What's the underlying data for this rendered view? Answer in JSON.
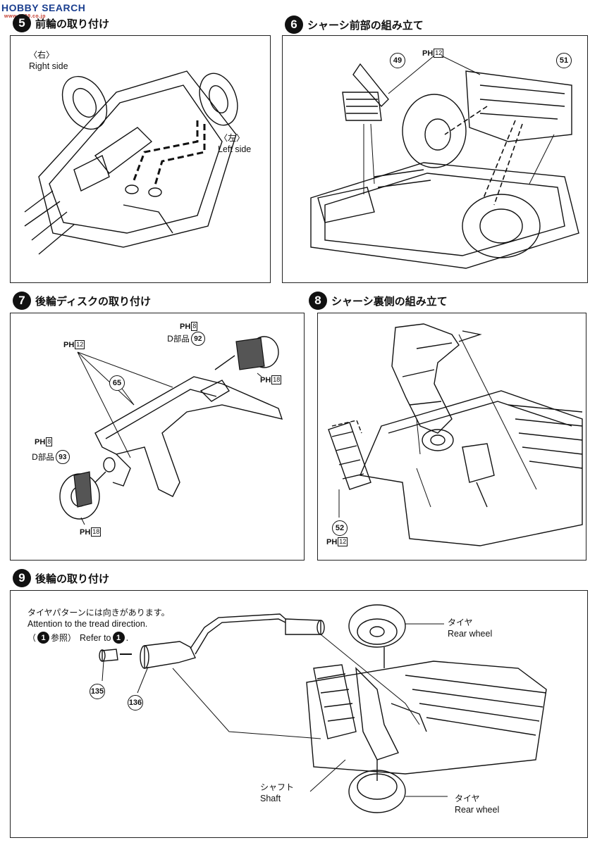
{
  "watermark": {
    "text": "HOBBY SEARCH",
    "sub": "www.1999.co.jp"
  },
  "steps": {
    "s5": {
      "number": "5",
      "title": "前輪の取り付け",
      "right_jp": "〈右〉",
      "right_en": "Right side",
      "left_jp": "〈左〉",
      "left_en": "Left side"
    },
    "s6": {
      "number": "6",
      "title": "シャーシ前部の組み立て",
      "part_a": "49",
      "part_b": "51",
      "ph": "PH",
      "ph_num": "12"
    },
    "s7": {
      "number": "7",
      "title": "後輪ディスクの取り付け",
      "ph": "PH",
      "ph_top_num": "8",
      "d_label": "D部品",
      "part_top": "92",
      "ph_right_num": "18",
      "ph_left_num": "12",
      "part_mid": "65",
      "ph_bot_num": "8",
      "part_bot": "93",
      "ph_bottom_num": "18"
    },
    "s8": {
      "number": "8",
      "title": "シャーシ裏側の組み立て",
      "part": "52",
      "ph": "PH",
      "ph_num": "12"
    },
    "s9": {
      "number": "9",
      "title": "後輪の取り付け",
      "note_jp": "タイヤパターンには向きがあります。",
      "note_en": "Attention to the tread direction.",
      "ref_open": "（",
      "ref_num": "1",
      "ref_jp": "参照）",
      "ref_en": "Refer to",
      "ref_num2": "1",
      "ref_end": ".",
      "part_a": "135",
      "part_b": "136",
      "tire_jp": "タイヤ",
      "tire_en": "Rear wheel",
      "shaft_jp": "シャフト",
      "shaft_en": "Shaft",
      "tire2_jp": "タイヤ",
      "tire2_en": "Rear wheel"
    }
  }
}
